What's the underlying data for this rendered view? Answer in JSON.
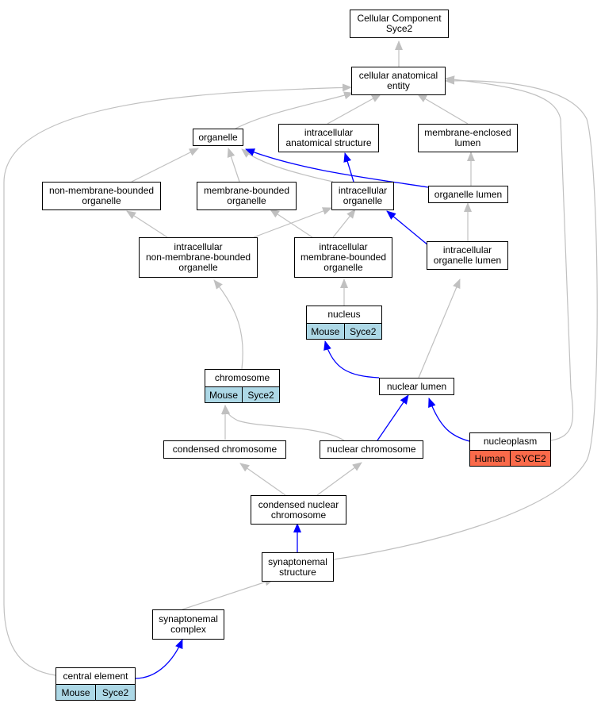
{
  "nodes": {
    "cellular_component": "Cellular Component\nSyce2",
    "cellular_anatomical_entity": "cellular anatomical\nentity",
    "organelle": "organelle",
    "intracellular_anatomical_structure": "intracellular\nanatomical structure",
    "membrane_enclosed_lumen": "membrane-enclosed\nlumen",
    "non_membrane_bounded_organelle": "non-membrane-bounded\norganelle",
    "membrane_bounded_organelle": "membrane-bounded\norganelle",
    "intracellular_organelle": "intracellular\norganelle",
    "organelle_lumen": "organelle lumen",
    "intracellular_non_membrane_bounded_organelle": "intracellular\nnon-membrane-bounded\norganelle",
    "intracellular_membrane_bounded_organelle": "intracellular\nmembrane-bounded\norganelle",
    "intracellular_organelle_lumen": "intracellular\norganelle lumen",
    "nucleus": "nucleus",
    "chromosome": "chromosome",
    "nuclear_lumen": "nuclear lumen",
    "nucleoplasm": "nucleoplasm",
    "condensed_chromosome": "condensed chromosome",
    "nuclear_chromosome": "nuclear chromosome",
    "condensed_nuclear_chromosome": "condensed nuclear\nchromosome",
    "synaptonemal_structure": "synaptonemal\nstructure",
    "synaptonemal_complex": "synaptonemal\ncomplex",
    "central_element": "central element"
  },
  "tags": {
    "nucleus": [
      "Mouse",
      "Syce2"
    ],
    "chromosome": [
      "Mouse",
      "Syce2"
    ],
    "nucleoplasm": [
      "Human",
      "SYCE2"
    ],
    "central_element": [
      "Mouse",
      "Syce2"
    ]
  },
  "colors": {
    "is_a_edge": "#c0c0c0",
    "part_of_edge": "#0000ff",
    "mouse_tag": "#add8e6",
    "human_tag": "#fa6a4a"
  }
}
